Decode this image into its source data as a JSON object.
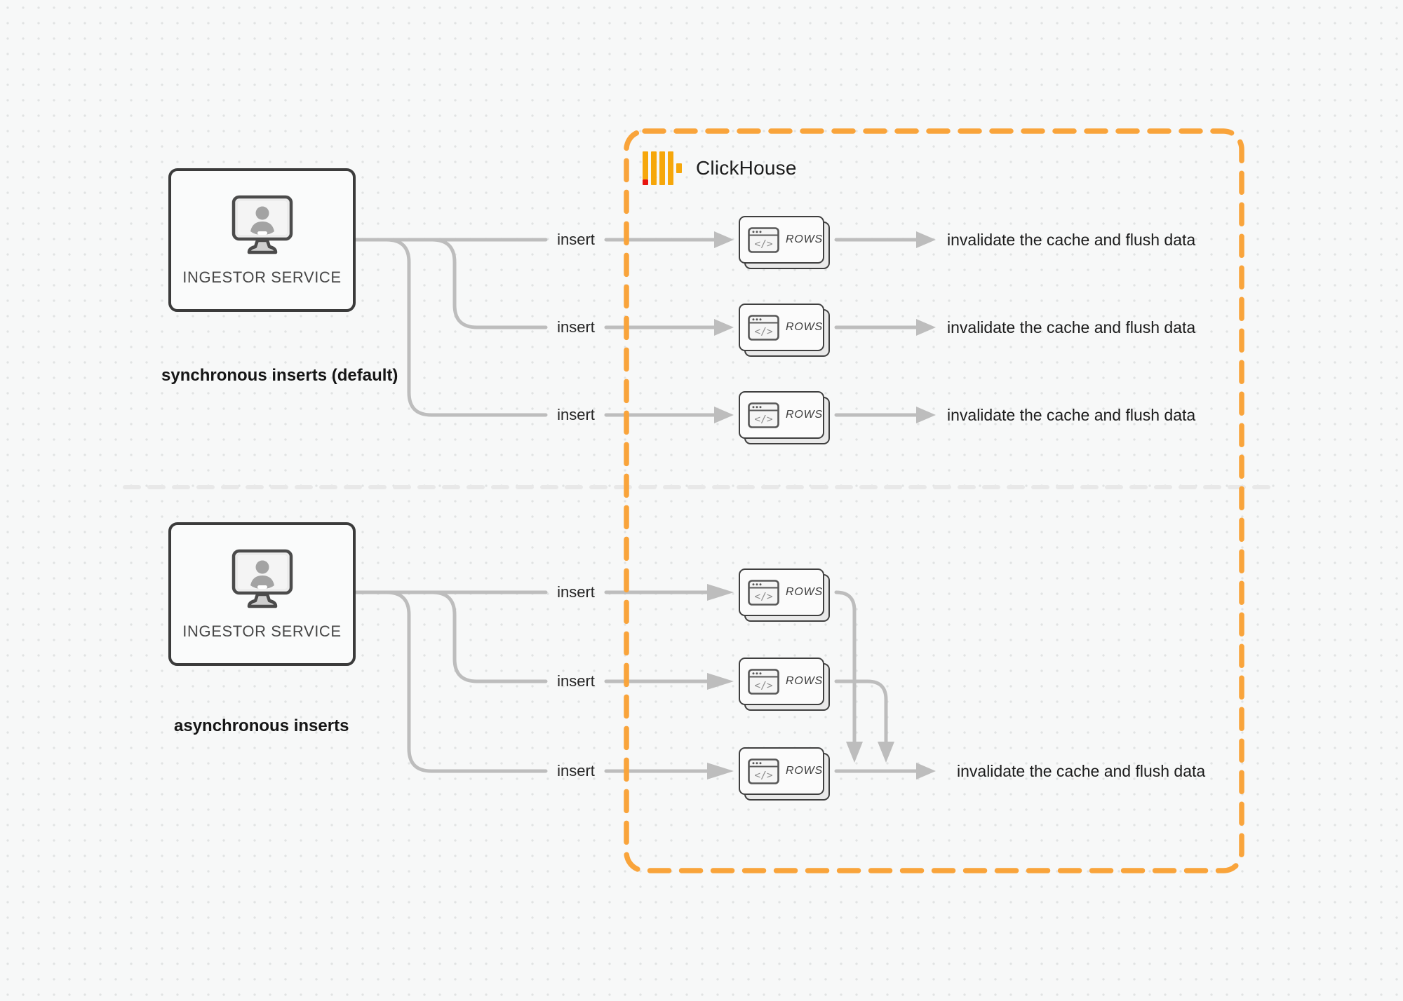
{
  "clickhouse_box": {
    "name": "ClickHouse"
  },
  "sync": {
    "caption": "synchronous inserts (default)",
    "ingestor_label": "INGESTOR SERVICE",
    "inserts": [
      "insert",
      "insert",
      "insert"
    ],
    "node_labels": [
      "ROWS",
      "ROWS",
      "ROWS"
    ],
    "outputs": [
      "invalidate the cache and flush data",
      "invalidate the cache and flush data",
      "invalidate the cache and flush data"
    ]
  },
  "async": {
    "caption": "asynchronous inserts",
    "ingestor_label": "INGESTOR SERVICE",
    "inserts": [
      "insert",
      "insert",
      "insert"
    ],
    "node_labels": [
      "ROWS",
      "ROWS",
      "ROWS"
    ],
    "output": "invalidate the cache and flush data"
  },
  "colors": {
    "accent_orange": "#F9A43B",
    "logo_yellow": "#F6A70B",
    "logo_red": "#E8140E",
    "wire_gray": "#BDBDBD",
    "divider_gray": "#E8E8E8"
  }
}
